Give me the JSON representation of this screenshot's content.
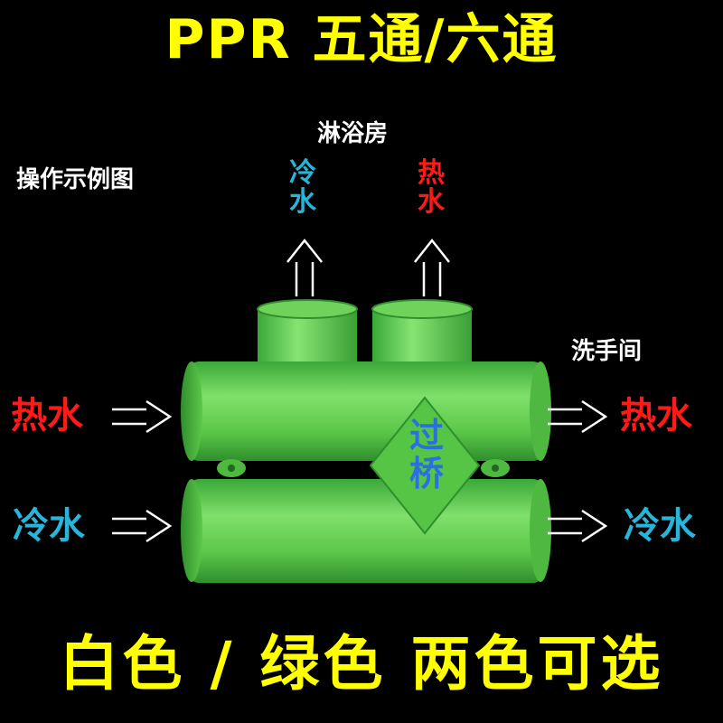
{
  "colors": {
    "background": "#000000",
    "yellow": "#ffff00",
    "hot": "#ff1a1a",
    "cold": "#27b6d9",
    "white": "#ffffff",
    "pipe_green": "#5fcf4a"
  },
  "title": "PPR 五通/六通",
  "operation_label": "操作示例图",
  "shower_label": "淋浴房",
  "washroom_label": "洗手间",
  "shower_cold": "冷水",
  "shower_hot": "热水",
  "left_hot": "热水",
  "left_cold": "冷水",
  "right_hot": "热水",
  "right_cold": "冷水",
  "bridge_label": "过桥",
  "bottom_text": "白色 / 绿色 两色可选",
  "icons": [
    "arrow-up-icon",
    "arrow-right-icon"
  ]
}
